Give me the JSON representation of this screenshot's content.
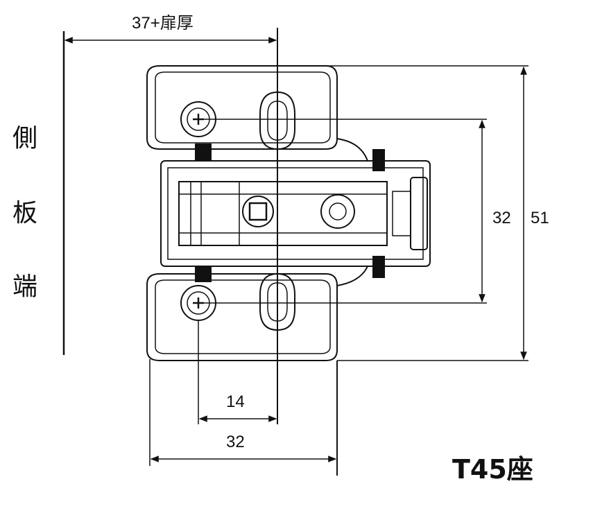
{
  "labels": {
    "top_dim": "37+扉厚",
    "side_label": [
      "側",
      "板",
      "端"
    ],
    "dim_32_vertical": "32",
    "dim_51": "51",
    "dim_14": "14",
    "dim_32_bottom": "32",
    "model": "T45座"
  },
  "colors": {
    "ink": "#111111",
    "background": "#ffffff"
  }
}
